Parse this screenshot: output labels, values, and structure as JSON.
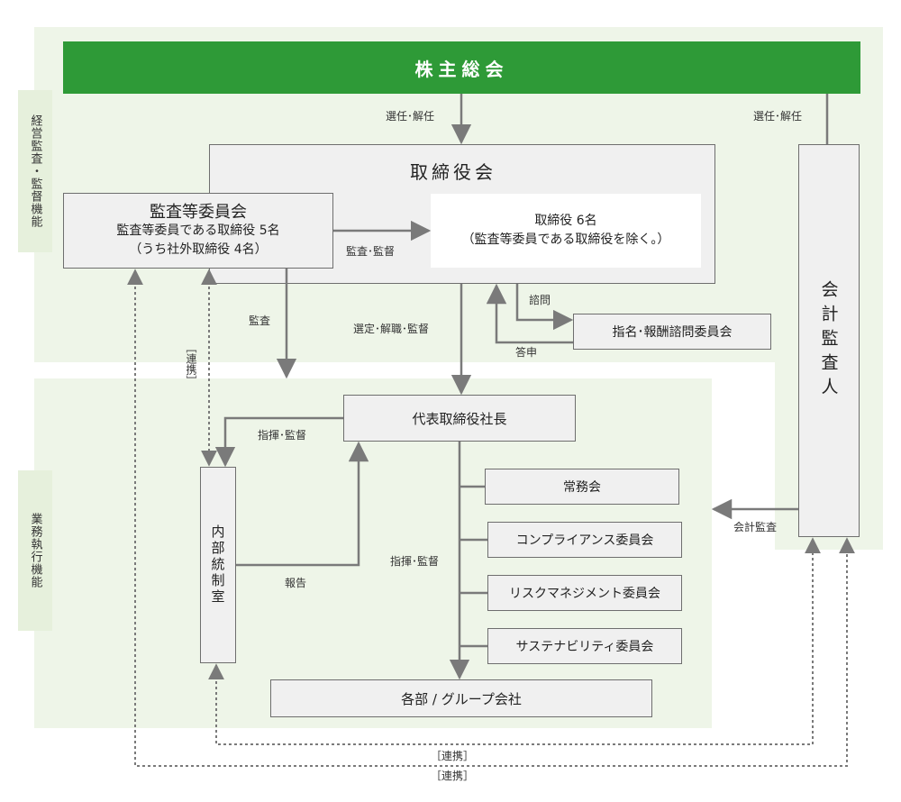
{
  "sidebar": {
    "supervision": "経営監査・監督機能",
    "execution": "業務執行機能"
  },
  "nodes": {
    "shareholders": "株主総会",
    "board": "取締役会",
    "audit_committee": {
      "title": "監査等委員会",
      "line1": "監査等委員である取締役 5名",
      "line2": "（うち社外取締役 4名）"
    },
    "directors": {
      "line1": "取締役 6名",
      "line2": "（監査等委員である取締役を除く。）"
    },
    "nomination_committee": "指名･報酬諮問委員会",
    "accounting_auditor": "会計監査人",
    "president": "代表取締役社長",
    "internal_control": "内部統制室",
    "executive_meeting": "常務会",
    "compliance_committee": "コンプライアンス委員会",
    "risk_committee": "リスクマネジメント委員会",
    "sustainability_committee": "サステナビリティ委員会",
    "departments": "各部 / グループ会社"
  },
  "labels": {
    "elect_dismiss_board": "選任･解任",
    "elect_dismiss_auditor": "選任･解任",
    "audit_supervise": "監査･監督",
    "audit": "監査",
    "select_dismiss_supervise": "選定･解職･監督",
    "consult": "諮問",
    "report_answer": "答申",
    "cooperation_vertical": "［連携］",
    "direct_supervise_internal": "指揮･監督",
    "report": "報告",
    "direct_supervise_exec": "指揮･監督",
    "accounting_audit": "会計監査",
    "cooperation_bottom1": "［連携］",
    "cooperation_bottom2": "［連携］"
  },
  "colors": {
    "banner": "#2e9a37",
    "panel": "#eef5e8",
    "sidebar": "#e6f0dc",
    "box_fill": "#f0f0f0",
    "line": "#7a7a7a"
  }
}
